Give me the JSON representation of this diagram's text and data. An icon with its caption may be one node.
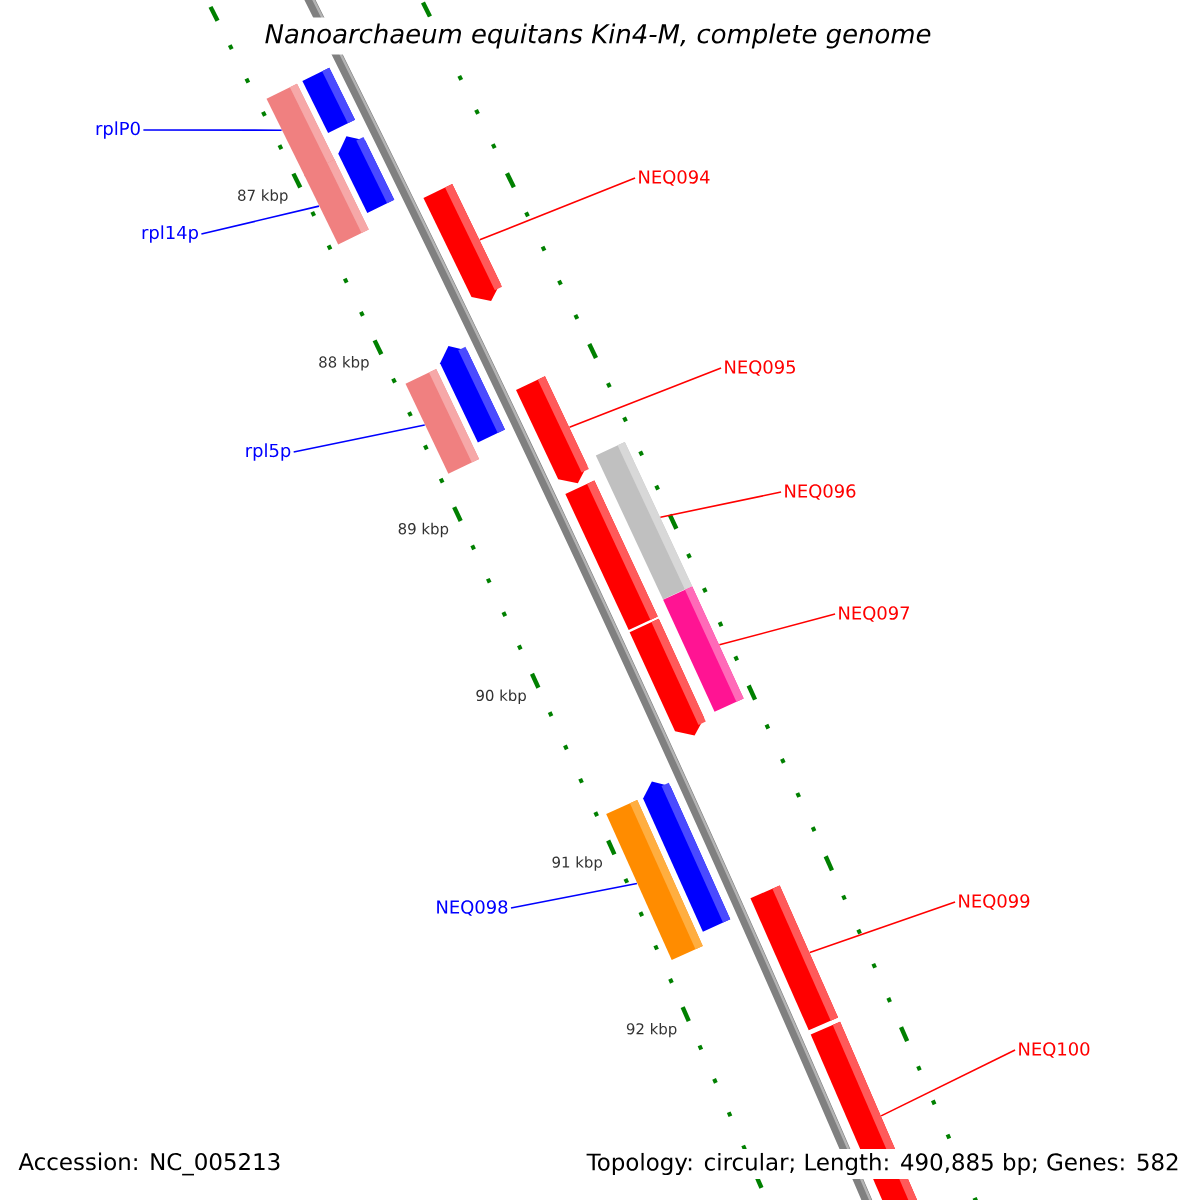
{
  "diagram": {
    "title": "Nanoarchaeum equitans Kin4-M, complete genome",
    "nodes": [
      {
        "text": [
          "rplP0"
        ]
      },
      {
        "text": [
          "rpl14p"
        ]
      },
      {
        "text": [
          "rpl5p"
        ]
      },
      {
        "text": [
          "NEQ094"
        ]
      },
      {
        "text": [
          "NEQ095"
        ]
      },
      {
        "text": [
          "NEQ096"
        ]
      },
      {
        "text": [
          "NEQ097"
        ]
      },
      {
        "text": [
          "NEQ098"
        ]
      },
      {
        "text": [
          "NEQ099"
        ]
      },
      {
        "text": [
          "NEQ100"
        ]
      },
      {
        "text": [],
        "shape": "bar"
      },
      {
        "text": [],
        "shape": "bar"
      },
      {
        "text": [],
        "shape": "bar"
      },
      {
        "text": [],
        "shape": "arrow"
      },
      {
        "text": [],
        "shape": "arrow"
      },
      {
        "text": [],
        "shape": "bar"
      },
      {
        "text": [],
        "shape": "arrow"
      },
      {
        "text": [],
        "shape": "arrow"
      },
      {
        "text": [],
        "shape": "bar"
      },
      {
        "text": [],
        "shape": "bar"
      },
      {
        "text": [],
        "shape": "arrow"
      },
      {
        "text": [],
        "shape": "bar"
      },
      {
        "text": [],
        "shape": "bar"
      },
      {
        "text": [],
        "shape": "arrow"
      },
      {
        "text": [],
        "shape": "bar"
      },
      {
        "text": [],
        "shape": "arrow"
      }
    ],
    "edges": [
      {
        "from": 0,
        "to": 10,
        "arrow": "none",
        "color": "#0000ff"
      },
      {
        "from": 1,
        "to": 12,
        "arrow": "none",
        "color": "#0000ff"
      },
      {
        "from": 2,
        "to": 15,
        "arrow": "none",
        "color": "#0000ff"
      },
      {
        "from": 3,
        "to": 14,
        "arrow": "none"
      },
      {
        "from": 4,
        "to": 17,
        "arrow": "none"
      },
      {
        "from": 5,
        "to": 19,
        "arrow": "none"
      },
      {
        "from": 6,
        "to": 21,
        "arrow": "none"
      },
      {
        "from": 7,
        "to": 22,
        "arrow": "none",
        "color": "#0000ff"
      },
      {
        "from": 8,
        "to": 24,
        "arrow": "none"
      },
      {
        "from": 9,
        "to": 25,
        "arrow": "none"
      }
    ],
    "labels": [
      "87 kbp",
      "88 kbp",
      "89 kbp",
      "90 kbp",
      "91 kbp",
      "92 kbp",
      "Accession: NC_005213",
      "Topology: circular; Length: 490,885 bp; Genes: 582"
    ]
  }
}
